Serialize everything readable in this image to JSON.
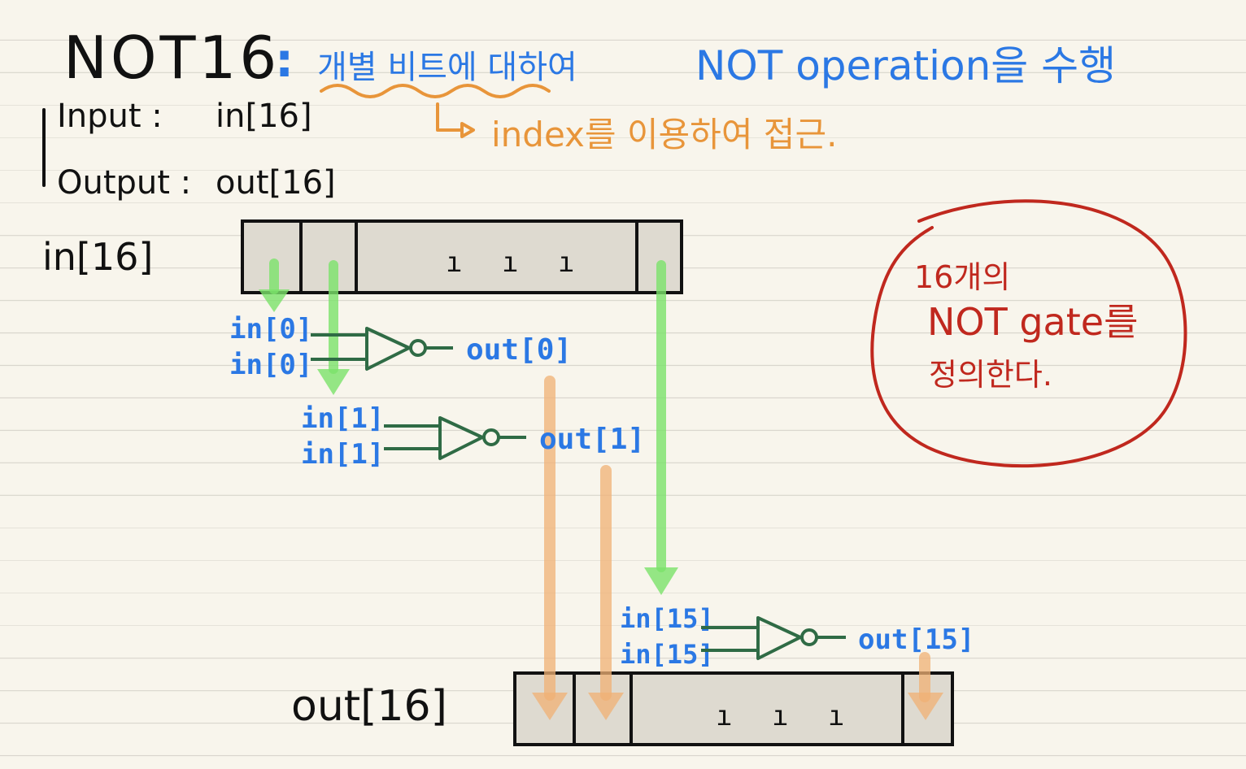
{
  "title": "NOT16",
  "title_sep": ":",
  "title_desc_kr": "개별 비트에 대하여",
  "title_desc_op": "NOT operation을 수행",
  "note_index": "index를 이용하여 접근.",
  "io": {
    "input_label": "Input :",
    "input_value": "in[16]",
    "output_label": "Output :",
    "output_value": "out[16]"
  },
  "register_in_label": "in[16]",
  "register_out_label": "out[16]",
  "register_ellipsis": "ı ı ı",
  "gates": [
    {
      "in_a": "in[0]",
      "in_b": "in[0]",
      "out": "out[0]"
    },
    {
      "in_a": "in[1]",
      "in_b": "in[1]",
      "out": "out[1]"
    },
    {
      "in_a": "in[15]",
      "in_b": "in[15]",
      "out": "out[15]"
    }
  ],
  "circle_note": {
    "line1": "16개의",
    "line2": "NOT gate를",
    "line3": "정의한다."
  },
  "colors": {
    "ink": "#111111",
    "blue": "#2b78e4",
    "orange": "#e8953a",
    "red": "#c0281e",
    "gate": "#2f6b45",
    "green_arrow": "#7be26a",
    "orange_arrow": "#f0b074",
    "register_fill": "#dedad0"
  }
}
